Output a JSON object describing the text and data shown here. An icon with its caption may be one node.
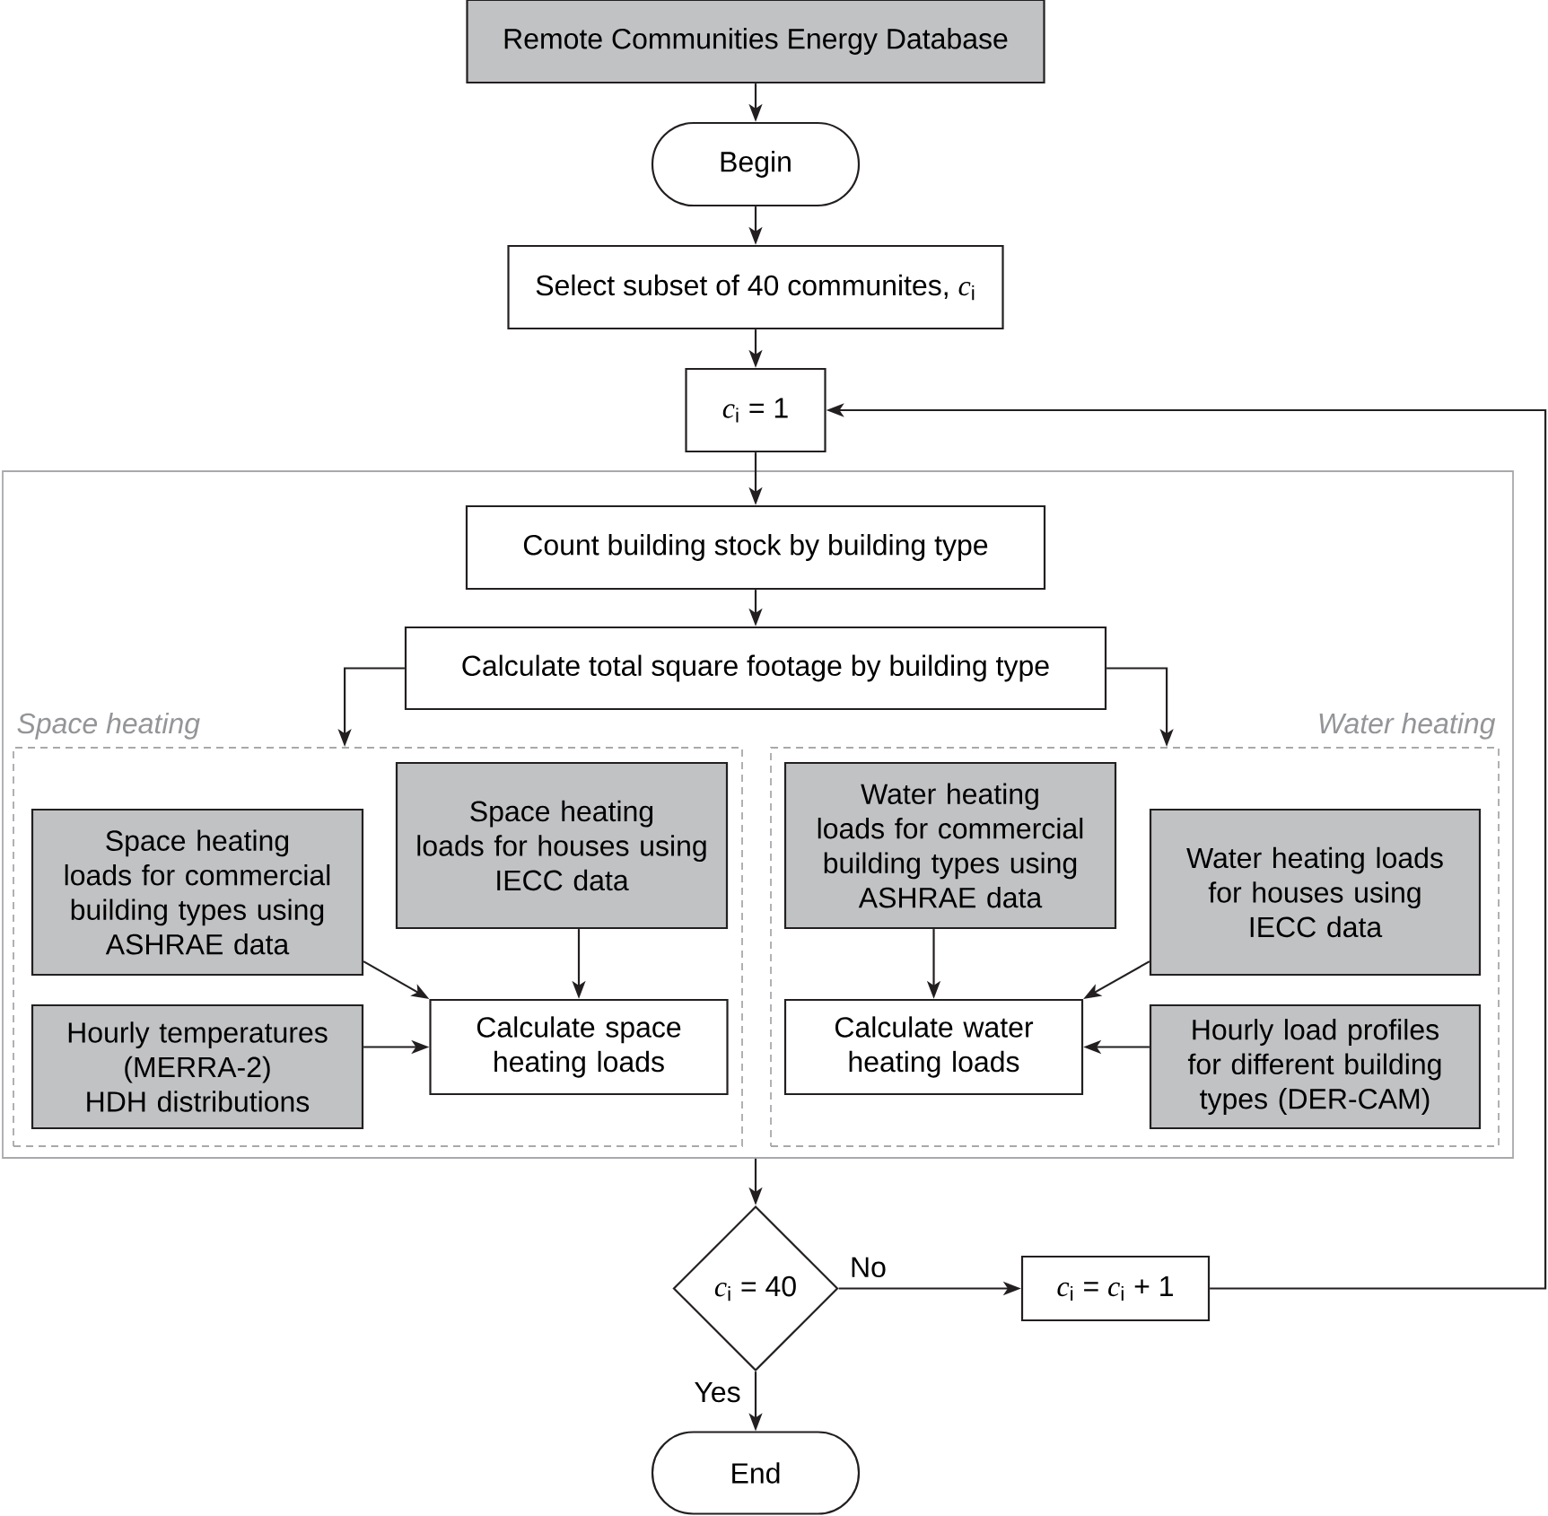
{
  "diagram": {
    "nodes": [
      {
        "text": [
          "Remote Communities Energy Database"
        ]
      },
      {
        "text": [
          "Begin"
        ]
      },
      {
        "text": [
          "Select subset of 40 communites, *c*$_{i}$"
        ]
      },
      {
        "text": [
          "*c*$_{i}$ = 1"
        ]
      },
      {
        "text": [],
        "shape": "box"
      },
      {
        "text": [
          "Count building stock by building type"
        ],
        "in": 4
      },
      {
        "text": [
          "Calculate total square footage by building type"
        ],
        "in": 4
      },
      {
        "text": [
          "Space heating"
        ],
        "in": 4
      },
      {
        "text": [
          "Space heating loads for commercial building types using ASHRAE data"
        ],
        "in": 7
      },
      {
        "text": [
          "Space heating loads for houses using IECC data"
        ],
        "in": 7
      },
      {
        "text": [
          "Hourly temperatures (MERRA-2) HDH distributions"
        ],
        "in": 7
      },
      {
        "text": [
          "Calculate space heating loads"
        ],
        "in": 7
      },
      {
        "text": [
          "Water heating"
        ],
        "in": 4
      },
      {
        "text": [
          "Water heating loads for commercial building types using ASHRAE data"
        ],
        "in": 12
      },
      {
        "text": [
          "Water heating loads for houses using IECC data"
        ],
        "in": 12
      },
      {
        "text": [
          "Calculate water heating loads"
        ],
        "in": 12
      },
      {
        "text": [
          "Hourly load profiles for different building types (DER-CAM)"
        ],
        "in": 12
      },
      {
        "text": [
          "*c*$_{i}$ = 40"
        ]
      },
      {
        "text": [
          "*c*$_{i}$ = *c*$_{i}$ + 1"
        ]
      },
      {
        "text": [
          "End"
        ]
      }
    ],
    "edges": [
      {
        "from": 0,
        "to": 1,
        "arrow": "to"
      },
      {
        "from": 1,
        "to": 2,
        "arrow": "to"
      },
      {
        "from": 2,
        "to": 3,
        "arrow": "to"
      },
      {
        "from": 3,
        "to": 5,
        "arrow": "to"
      },
      {
        "from": 5,
        "to": 6,
        "arrow": "to"
      },
      {
        "from": 6,
        "to": 7,
        "arrow": "to"
      },
      {
        "from": 6,
        "to": 12,
        "arrow": "to"
      },
      {
        "from": 8,
        "to": 11,
        "arrow": "to"
      },
      {
        "from": 9,
        "to": 11,
        "arrow": "to"
      },
      {
        "from": 10,
        "to": 11,
        "arrow": "to"
      },
      {
        "from": 13,
        "to": 15,
        "arrow": "to"
      },
      {
        "from": 14,
        "to": 15,
        "arrow": "to"
      },
      {
        "from": 16,
        "to": 15,
        "arrow": "to"
      },
      {
        "from": 4,
        "to": 17,
        "arrow": "to"
      },
      {
        "from": 17,
        "to": 18,
        "label": "No",
        "arrow": "to"
      },
      {
        "from": 18,
        "to": 3,
        "arrow": "to"
      },
      {
        "from": 17,
        "to": 19,
        "label": "Yes",
        "arrow": "to"
      }
    ]
  }
}
